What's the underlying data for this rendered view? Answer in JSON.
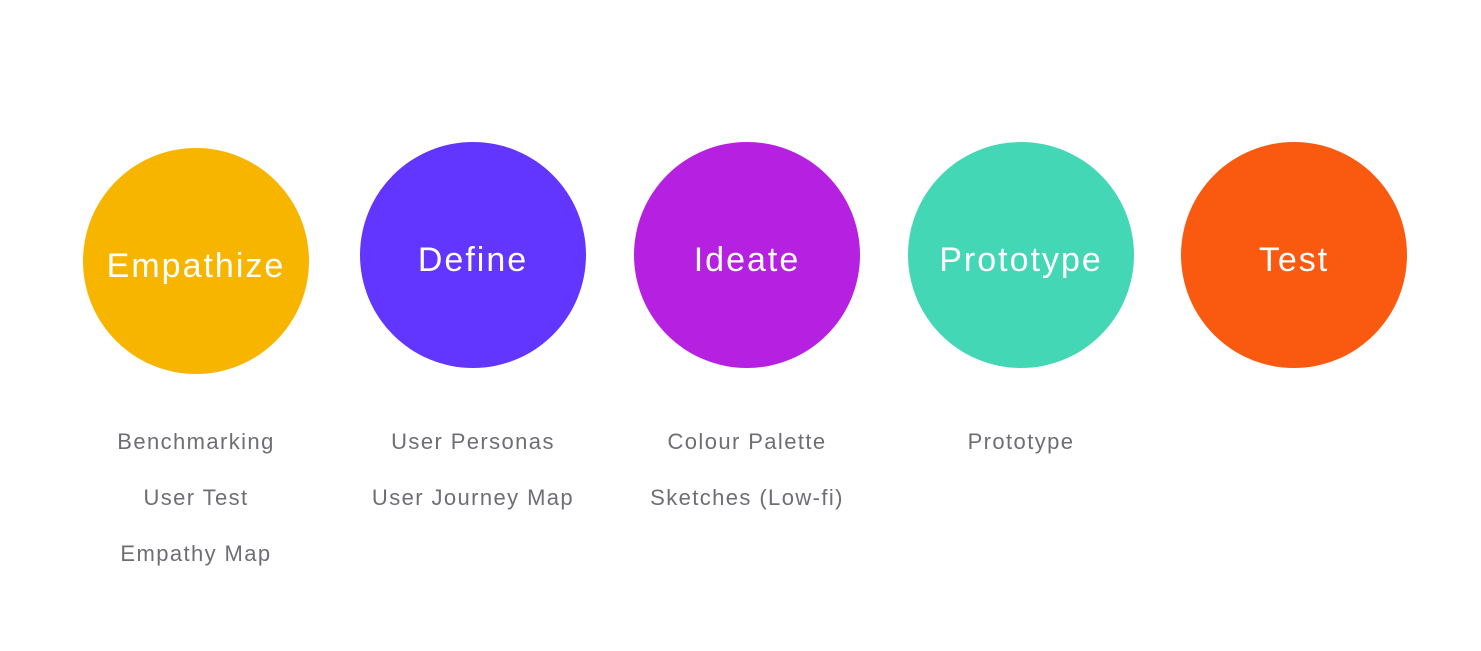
{
  "stages": [
    {
      "name": "Empathize",
      "color": "#F7B500",
      "methods": [
        "Benchmarking",
        "User Test",
        "Empathy Map"
      ]
    },
    {
      "name": "Define",
      "color": "#6236FF",
      "methods": [
        "User Personas",
        "User Journey Map"
      ]
    },
    {
      "name": "Ideate",
      "color": "#B620E0",
      "methods": [
        "Colour Palette",
        "Sketches (Low-fi)"
      ]
    },
    {
      "name": "Prototype",
      "color": "#44D7B6",
      "methods": [
        "Prototype"
      ]
    },
    {
      "name": "Test",
      "color": "#FA5A0F",
      "methods": []
    }
  ]
}
